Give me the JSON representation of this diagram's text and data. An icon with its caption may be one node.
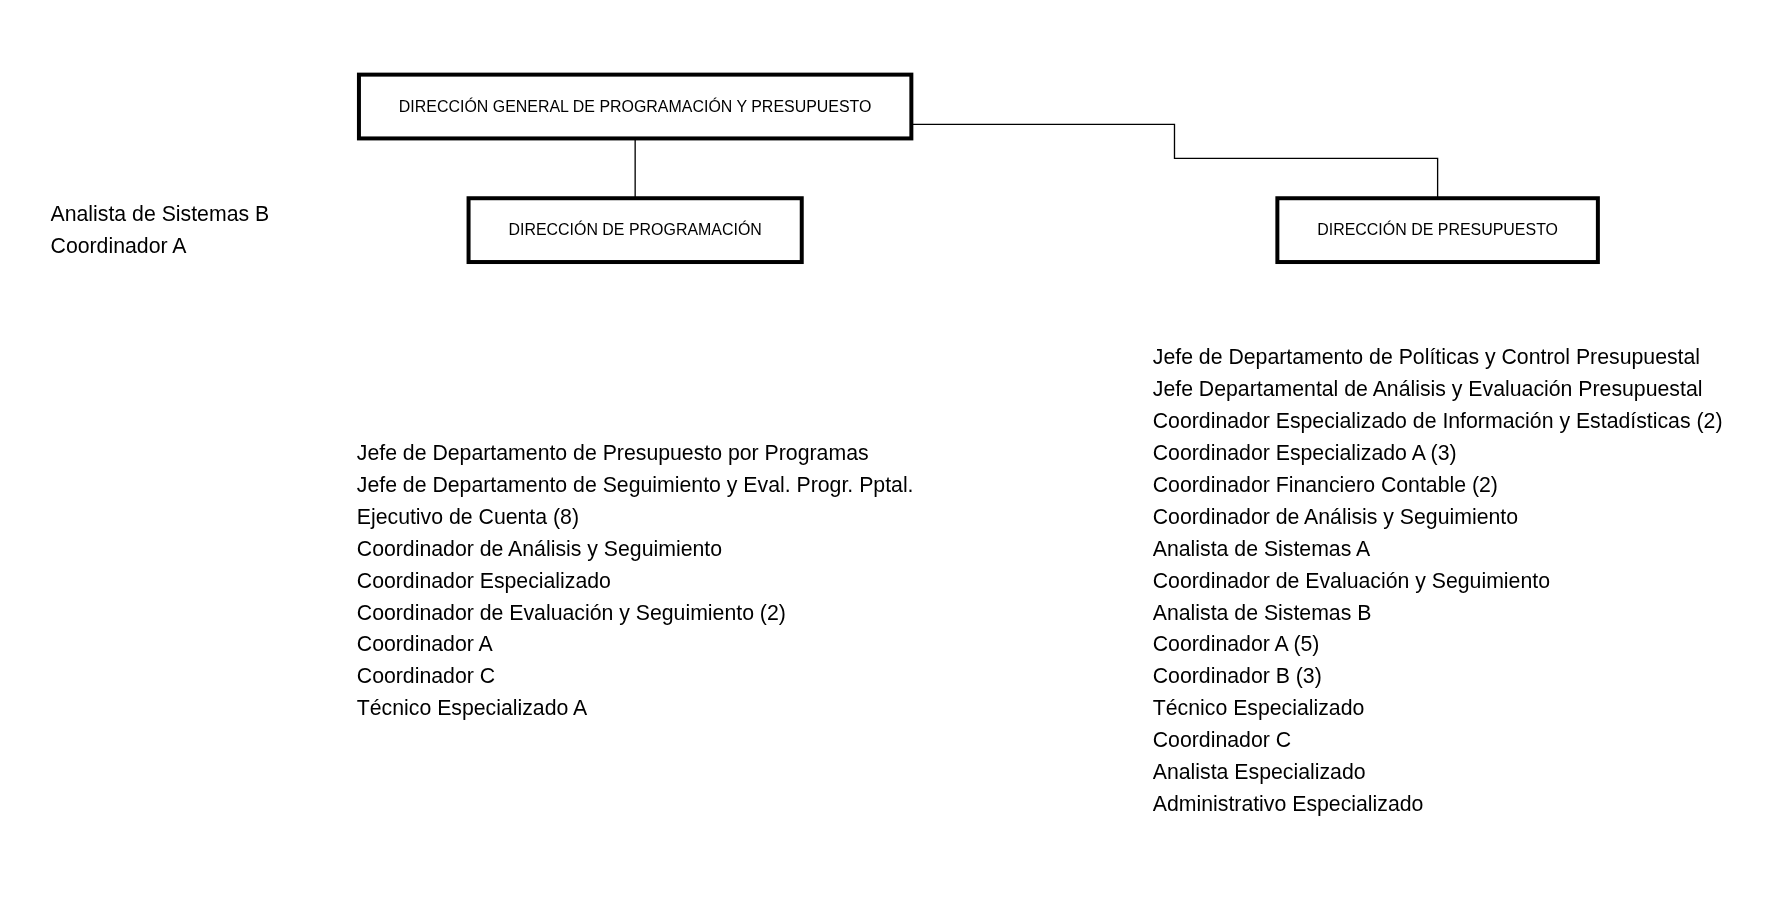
{
  "diagram": {
    "nodes": [
      {
        "text": [
          "DIRECCIÓN GENERAL DE PROGRAMACIÓN Y PRESUPUESTO"
        ],
        "beside": [
          "Analista de Sistemas B",
          "Coordinador A"
        ]
      },
      {
        "text": [
          "DIRECCIÓN DE PROGRAMACIÓN"
        ],
        "beside": [
          "Jefe de Departamento de Presupuesto por Programas",
          "Jefe de Departamento de Seguimiento y Eval. Progr. Pptal.",
          "Ejecutivo de Cuenta (8)",
          "Coordinador de Análisis y Seguimiento",
          "Coordinador Especializado",
          "Coordinador de Evaluación y Seguimiento (2)",
          "Coordinador A",
          "Coordinador C",
          "Técnico Especializado A"
        ]
      },
      {
        "text": [
          "DIRECCIÓN DE PRESUPUESTO"
        ],
        "beside": [
          "Jefe de Departamento de Políticas y Control Presupuestal",
          "Jefe Departamental de Análisis y Evaluación Presupuestal",
          "Coordinador Especializado de Información y Estadísticas (2)",
          "Coordinador Especializado A (3)",
          "Coordinador Financiero Contable (2)",
          "Coordinador de Análisis y Seguimiento",
          "Analista de Sistemas A",
          "Coordinador de Evaluación y Seguimiento",
          "Analista de Sistemas B",
          "Coordinador A (5)",
          "Coordinador B (3)",
          "Técnico Especializado",
          "Coordinador C",
          "Analista Especializado",
          "Administrativo Especializado"
        ]
      }
    ],
    "edges": [
      {
        "from": 0,
        "to": 1,
        "arrow": "none"
      },
      {
        "from": 0,
        "to": 2,
        "arrow": "none"
      }
    ]
  }
}
